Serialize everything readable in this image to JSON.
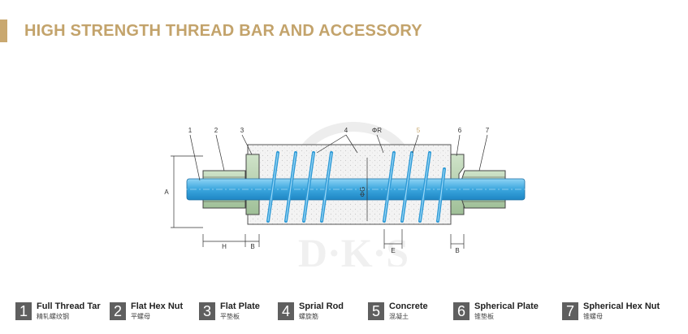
{
  "header": {
    "title": "HIGH STRENGTH THREAD BAR AND ACCESSORY"
  },
  "diagram": {
    "callouts": [
      "1",
      "2",
      "3",
      "4",
      "ΦR",
      "5",
      "6",
      "7"
    ],
    "dims": {
      "a": "A",
      "g": "ΦG",
      "h": "H",
      "b_left": "B",
      "e": "E",
      "b_right": "B"
    },
    "watermark": "D·K·S"
  },
  "legend": [
    {
      "num": "1",
      "name": "Full Thread Tar",
      "sub": "精轧螺纹钢"
    },
    {
      "num": "2",
      "name": "Flat Hex Nut",
      "sub": "平螺母"
    },
    {
      "num": "3",
      "name": "Flat Plate",
      "sub": "平垫板"
    },
    {
      "num": "4",
      "name": "Sprial Rod",
      "sub": "螺旋筋"
    },
    {
      "num": "5",
      "name": "Concrete",
      "sub": "混凝土"
    },
    {
      "num": "6",
      "name": "Spherical Plate",
      "sub": "锥垫板"
    },
    {
      "num": "7",
      "name": "Spherical Hex Nut",
      "sub": "锥螺母"
    }
  ],
  "colors": {
    "accent": "#c3a36b",
    "bar": "#4fb3e8",
    "plate": "#b9d3b1",
    "number_box": "#5f5f5f"
  }
}
